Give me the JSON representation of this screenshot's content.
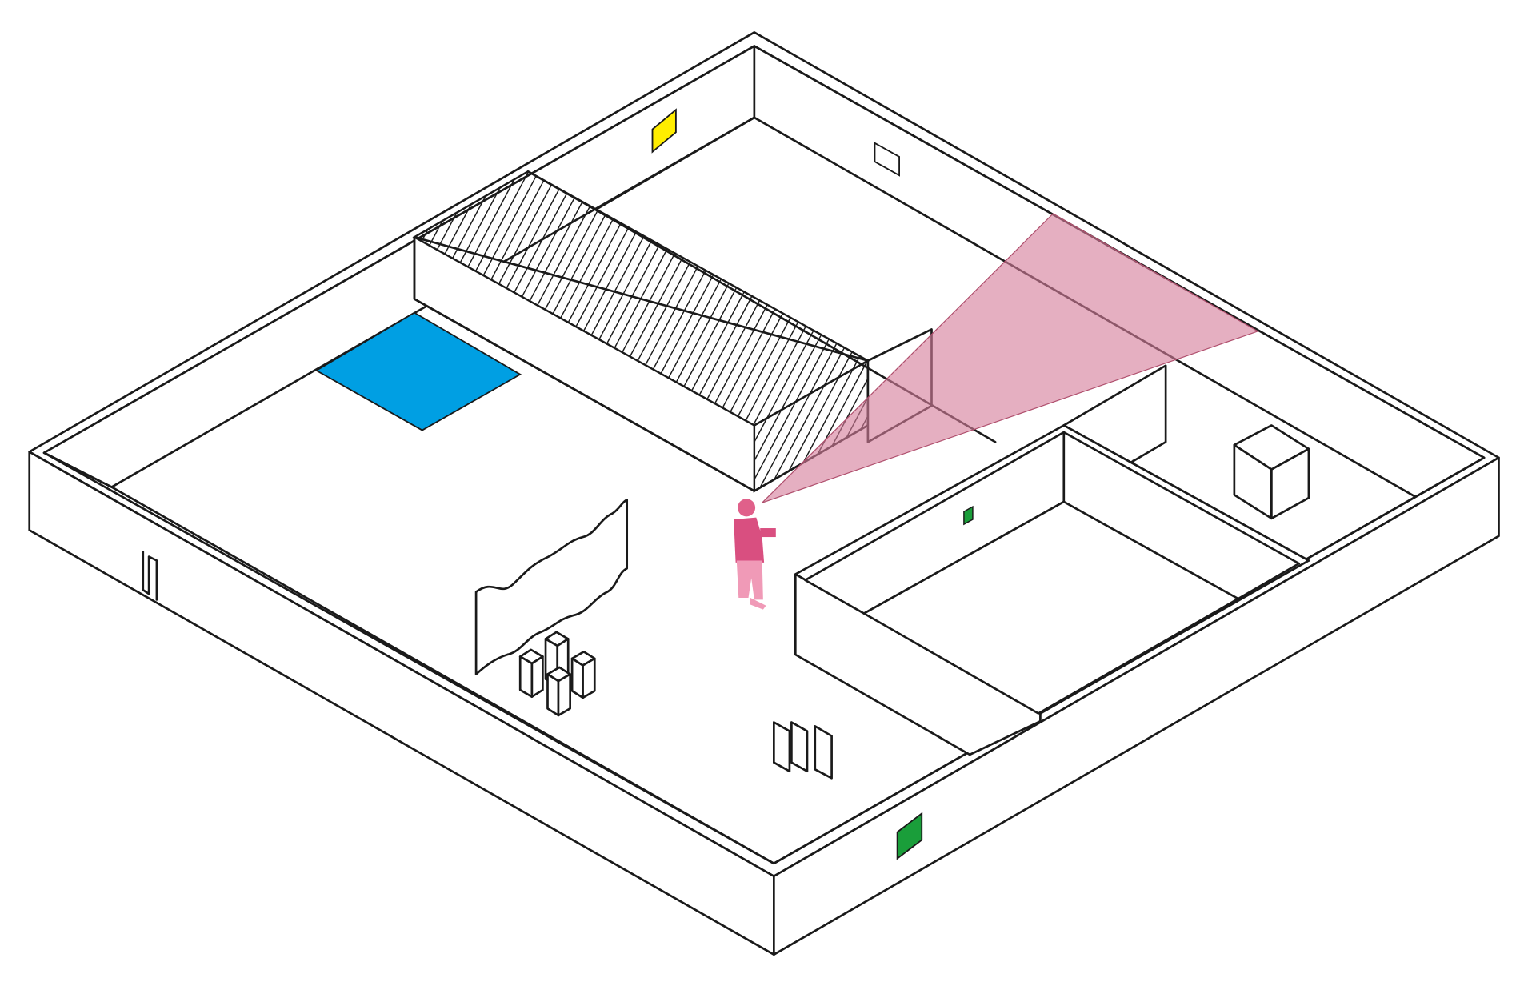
{
  "diagram": {
    "kind": "isometric-gallery-floor-plan",
    "labels": []
  },
  "colors": {
    "background": "#ffffff",
    "line": "#1a1a1a",
    "floor_panel_blue": "#009fe3",
    "wall_panel_yellow": "#ffed00",
    "wall_panel_green": "#1a9e3a",
    "small_panel_green": "#1a9e3a",
    "visitor": "#e0608a",
    "view_cone": "#d57e9b",
    "hatch": "#1a1a1a"
  },
  "elements": {
    "outer_walls": "gallery-outer-walls",
    "entrance": "entrance-notch",
    "hatched_wall": "diagonal-hatched-partition",
    "view_cone": "sightline-cone",
    "visitor": "visitor-figure",
    "pedestals": "pedestal-group",
    "wavy_screen": "wavy-screen",
    "panel_stack": "standing-panels",
    "cube": "cube-sculpture",
    "inner_room": "inner-enclosed-room"
  }
}
